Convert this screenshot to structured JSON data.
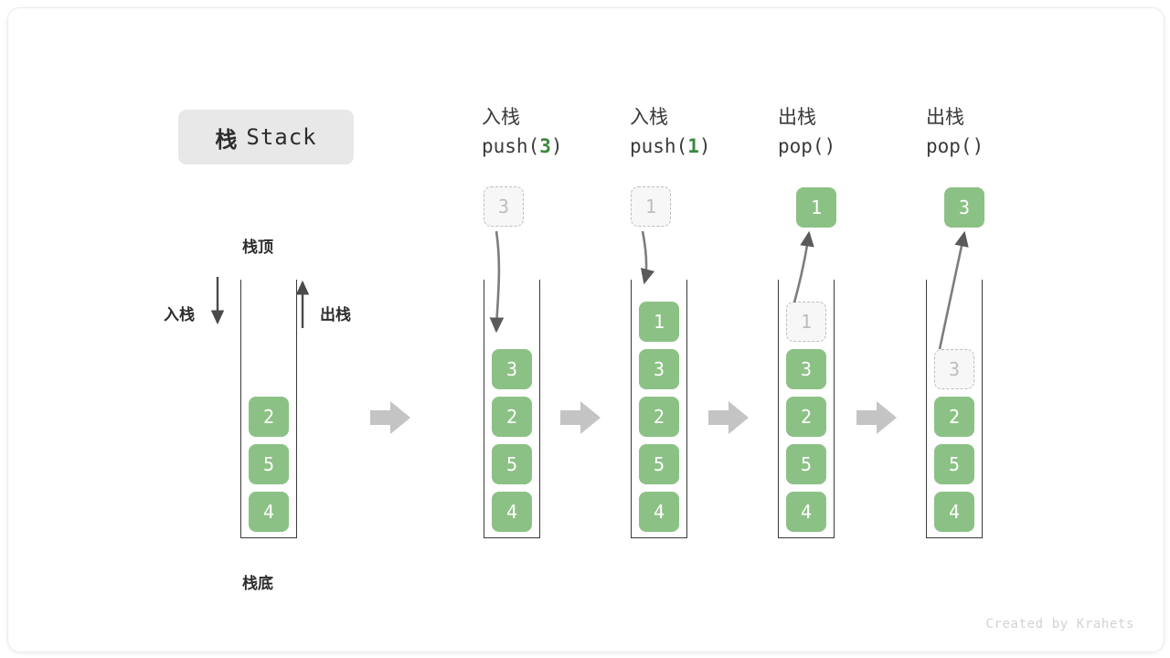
{
  "title": {
    "cn": "栈",
    "en": "Stack"
  },
  "footer": "Created by Krahets",
  "labels": {
    "top": "栈顶",
    "bottom": "栈底",
    "push_side": "入栈",
    "pop_side": "出栈"
  },
  "colors": {
    "element": "#8cc185",
    "element_text": "#ffffff",
    "ghost_fill": "#f7f7f7",
    "ghost_border": "#bdbdbd",
    "ghost_text": "#bdbdbd",
    "accent_green": "#3a8a3d",
    "ink": "#3a3a3a",
    "arrow_gray": "#c4c4c4",
    "badge_bg": "#e8e8e8"
  },
  "columns": [
    {
      "id": "initial",
      "head_line1": "",
      "head_line2": "",
      "head_arg": "",
      "incoming": null,
      "outgoing": null,
      "cells": [
        {
          "value": "2",
          "state": "solid"
        },
        {
          "value": "5",
          "state": "solid"
        },
        {
          "value": "4",
          "state": "solid"
        }
      ]
    },
    {
      "id": "push-3",
      "head_line1": "入栈",
      "head_line2_pre": "push(",
      "head_arg": "3",
      "head_line2_post": ")",
      "incoming": {
        "value": "3",
        "state": "ghost"
      },
      "outgoing": null,
      "cells": [
        {
          "value": "3",
          "state": "solid"
        },
        {
          "value": "2",
          "state": "solid"
        },
        {
          "value": "5",
          "state": "solid"
        },
        {
          "value": "4",
          "state": "solid"
        }
      ]
    },
    {
      "id": "push-1",
      "head_line1": "入栈",
      "head_line2_pre": "push(",
      "head_arg": "1",
      "head_line2_post": ")",
      "incoming": {
        "value": "1",
        "state": "ghost"
      },
      "outgoing": null,
      "cells": [
        {
          "value": "1",
          "state": "solid"
        },
        {
          "value": "3",
          "state": "solid"
        },
        {
          "value": "2",
          "state": "solid"
        },
        {
          "value": "5",
          "state": "solid"
        },
        {
          "value": "4",
          "state": "solid"
        }
      ]
    },
    {
      "id": "pop-1",
      "head_line1": "出栈",
      "head_line2_pre": "pop(",
      "head_arg": "",
      "head_line2_post": ")",
      "incoming": null,
      "outgoing": {
        "value": "1",
        "state": "solid"
      },
      "cells": [
        {
          "value": "1",
          "state": "ghost"
        },
        {
          "value": "3",
          "state": "solid"
        },
        {
          "value": "2",
          "state": "solid"
        },
        {
          "value": "5",
          "state": "solid"
        },
        {
          "value": "4",
          "state": "solid"
        }
      ]
    },
    {
      "id": "pop-2",
      "head_line1": "出栈",
      "head_line2_pre": "pop(",
      "head_arg": "",
      "head_line2_post": ")",
      "incoming": null,
      "outgoing": {
        "value": "3",
        "state": "solid"
      },
      "cells": [
        {
          "value": "",
          "state": "empty"
        },
        {
          "value": "3",
          "state": "ghost"
        },
        {
          "value": "2",
          "state": "solid"
        },
        {
          "value": "5",
          "state": "solid"
        },
        {
          "value": "4",
          "state": "solid"
        }
      ]
    }
  ],
  "separators": [
    "flow-arrow",
    "flow-arrow",
    "flow-arrow",
    "flow-arrow"
  ]
}
